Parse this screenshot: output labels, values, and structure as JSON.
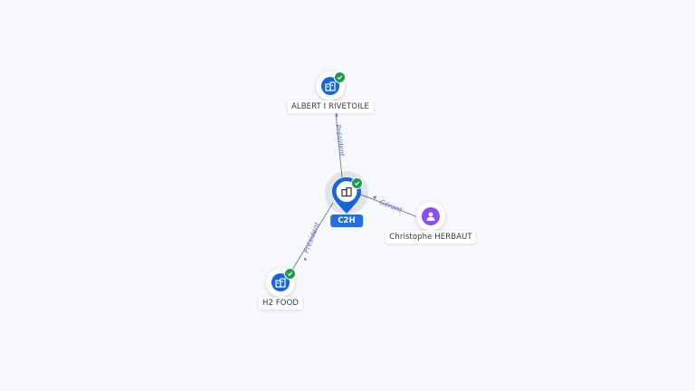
{
  "nodes": {
    "albert": {
      "label": "ALBERT I RIVETOILE",
      "type": "company",
      "verified": true
    },
    "c2h": {
      "label": "C2H",
      "type": "company",
      "verified": true,
      "main": true
    },
    "christophe": {
      "label": "Christophe HERBAUT",
      "type": "person"
    },
    "h2food": {
      "label": "H2 FOOD",
      "type": "company",
      "verified": true
    }
  },
  "edges": {
    "albert_c2h": {
      "label": "Président",
      "from": "c2h",
      "to": "albert"
    },
    "christophe_c2h": {
      "label": "Gérant",
      "from": "christophe",
      "to": "c2h"
    },
    "c2h_h2food": {
      "label": "Président",
      "from": "c2h",
      "to": "h2food"
    }
  },
  "icons": {
    "company": "building-icon",
    "person": "person-icon",
    "verified": "check-icon"
  },
  "colors": {
    "company": "#1565e0",
    "person": "#8a4ff0",
    "verified": "#1e9a4a",
    "main_label": "#1f6fe8",
    "edge": "#7b8797",
    "edge_label": "#5b6ad0"
  }
}
